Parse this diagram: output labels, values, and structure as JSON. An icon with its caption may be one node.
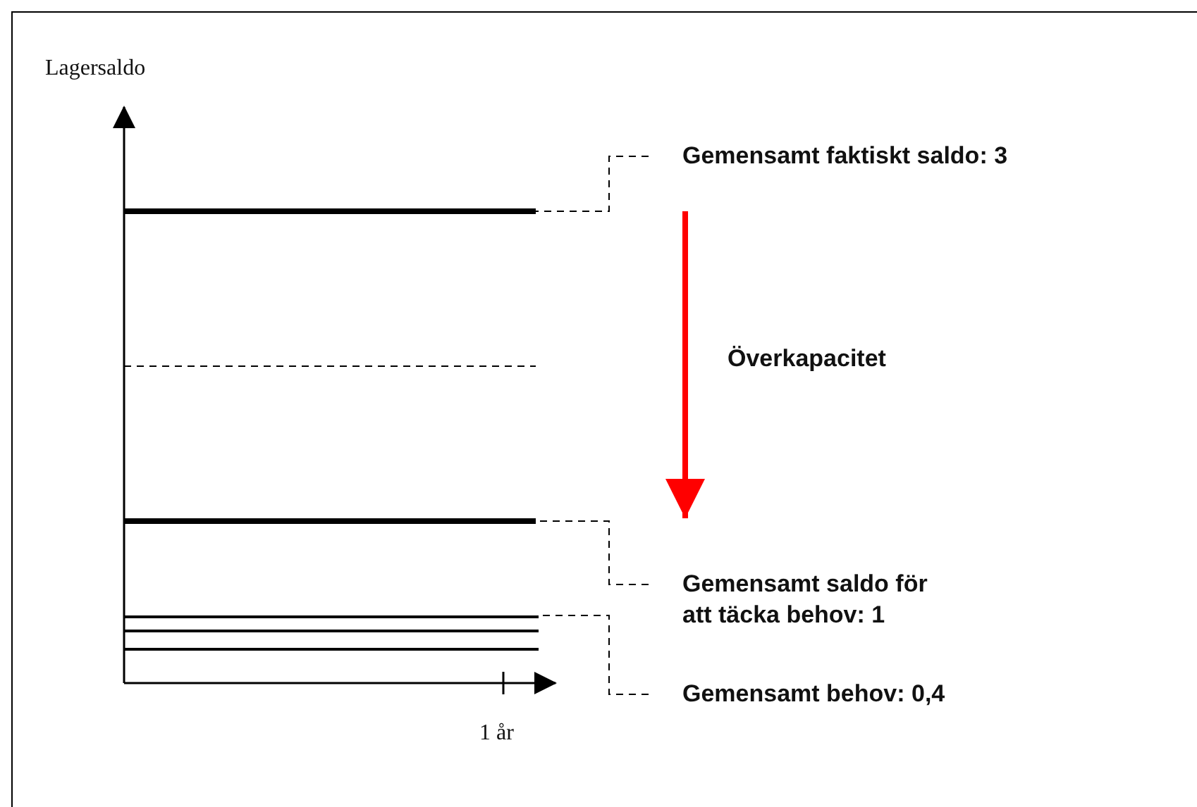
{
  "diagram": {
    "nodes": [
      {
        "text": [
          "Gemensamt faktiskt saldo: 3"
        ]
      },
      {
        "text": [],
        "shape": "bar"
      },
      {
        "text": [
          "Gemensamt saldo för att täcka behov: 1"
        ]
      },
      {
        "text": [],
        "shape": "bar"
      },
      {
        "text": [
          "Gemensamt behov: 0,4"
        ]
      },
      {
        "text": [],
        "shape": "bar"
      }
    ],
    "edges": [
      {
        "from": 0,
        "to": 1,
        "arrow": "none",
        "style": "dashed"
      },
      {
        "from": 2,
        "to": 3,
        "arrow": "none",
        "style": "dashed"
      },
      {
        "from": 4,
        "to": 5,
        "arrow": "none",
        "style": "dashed"
      }
    ],
    "labels": [
      "Lagersaldo",
      "Överkapacitet",
      "1 år"
    ]
  }
}
